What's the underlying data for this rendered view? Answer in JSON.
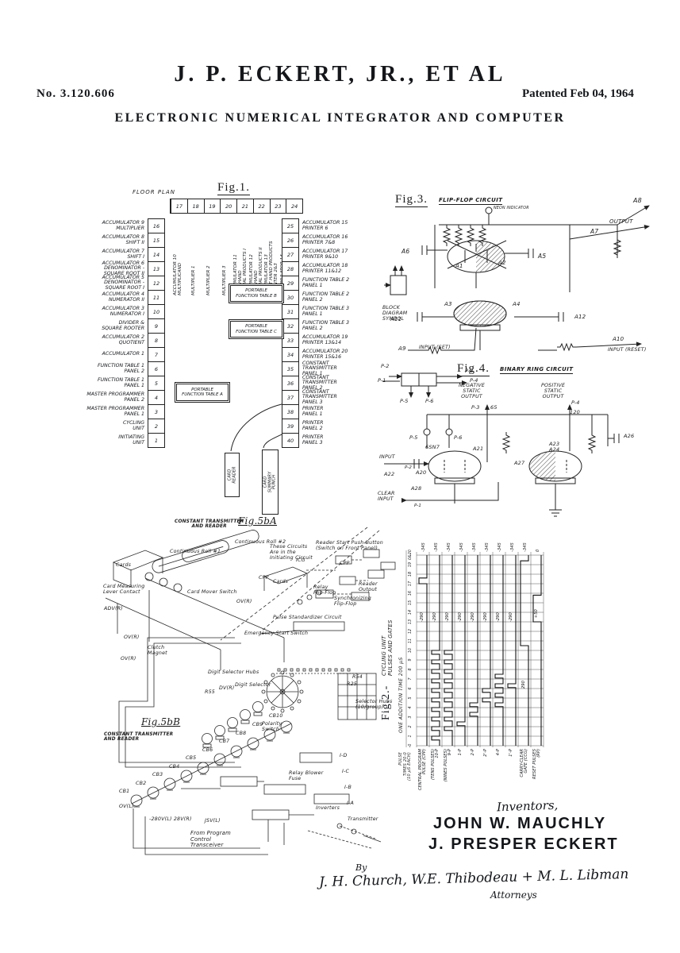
{
  "header": {
    "patent_number": "No. 3.120.606",
    "title": "J. P. ECKERT, JR., ET AL",
    "patented": "Patented Feb 04, 1964",
    "subtitle": "ELECTRONIC NUMERICAL INTEGRATOR AND COMPUTER"
  },
  "fig1": {
    "label": "Fig.1.",
    "caption": "FLOOR PLAN",
    "top_units": [
      {
        "num": "17",
        "label": "ACCUMULATOR 10\nMULTIPLICAND"
      },
      {
        "num": "18",
        "label": "MULTIPLIER 1"
      },
      {
        "num": "19",
        "label": "MULTIPLIER 2"
      },
      {
        "num": "20",
        "label": "MULTIPLIER 3"
      },
      {
        "num": "21",
        "label": "ACCUMULATOR 11\nLEFT HAND\nPARTIAL PRODUCTS I"
      },
      {
        "num": "22",
        "label": "ACCUMULATOR 12\nLEFT HAND\nPARTIAL PRODUCTS II"
      },
      {
        "num": "23",
        "label": "ACCUMULATOR 13\nRIGHT HAND PRODUCTS\nI-PRINTER 2&3"
      },
      {
        "num": "24",
        "label": "ACCUMULATOR 14\nRIGHT HAND PRODUCTS\nII-PRINTER 4&5"
      }
    ],
    "left_units": [
      {
        "num": "16",
        "label": "ACCUMULATOR 9\nMULTIPLIER"
      },
      {
        "num": "15",
        "label": "ACCUMULATOR 8\nSHIFT II"
      },
      {
        "num": "14",
        "label": "ACCUMULATOR 7\nSHIFT I"
      },
      {
        "num": "13",
        "label": "ACCUMULATOR 6\nDENOMINATOR -\nSQUARE ROOT II"
      },
      {
        "num": "12",
        "label": "ACCUMULATOR 5\nDENOMINATOR -\nSQUARE ROOT I"
      },
      {
        "num": "11",
        "label": "ACCUMULATOR 4\nNUMERATOR II"
      },
      {
        "num": "10",
        "label": "ACCUMULATOR 3\nNUMERATOR I"
      },
      {
        "num": "9",
        "label": "DIVIDER &\nSQUARE ROOTER"
      },
      {
        "num": "8",
        "label": "ACCUMULATOR 2\nQUOTIENT"
      },
      {
        "num": "7",
        "label": "ACCUMULATOR 1"
      },
      {
        "num": "6",
        "label": "FUNCTION TABLE 1\nPANEL 2"
      },
      {
        "num": "5",
        "label": "FUNCTION TABLE 1\nPANEL 1"
      },
      {
        "num": "4",
        "label": "MASTER PROGRAMMER\nPANEL 2"
      },
      {
        "num": "3",
        "label": "MASTER PROGRAMMER\nPANEL 1"
      },
      {
        "num": "2",
        "label": "CYCLING\nUNIT"
      },
      {
        "num": "1",
        "label": "INITIATING\nUNIT"
      }
    ],
    "right_units": [
      {
        "num": "25",
        "label": "ACCUMULATOR 15\nPRINTER 6"
      },
      {
        "num": "26",
        "label": "ACCUMULATOR 16\nPRINTER 7&8"
      },
      {
        "num": "27",
        "label": "ACCUMULATOR 17\nPRINTER 9&10"
      },
      {
        "num": "28",
        "label": "ACCUMULATOR 18\nPRINTER 11&12"
      },
      {
        "num": "29",
        "label": "FUNCTION TABLE 2\nPANEL 1"
      },
      {
        "num": "30",
        "label": "FUNCTION TABLE 2\nPANEL 2"
      },
      {
        "num": "31",
        "label": "FUNCTION TABLE 3\nPANEL 1"
      },
      {
        "num": "32",
        "label": "FUNCTION TABLE 3\nPANEL 2"
      },
      {
        "num": "33",
        "label": "ACCUMULATOR 19\nPRINTER 13&14"
      },
      {
        "num": "34",
        "label": "ACCUMULATOR 20\nPRINTER 15&16"
      },
      {
        "num": "35",
        "label": "CONSTANT\nTRANSMITTER\nPANEL 1"
      },
      {
        "num": "36",
        "label": "CONSTANT\nTRANSMITTER\nPANEL 2"
      },
      {
        "num": "37",
        "label": "CONSTANT\nTRANSMITTER\nPANEL 3"
      },
      {
        "num": "38",
        "label": "PRINTER\nPANEL 1"
      },
      {
        "num": "39",
        "label": "PRINTER\nPANEL 2"
      },
      {
        "num": "40",
        "label": "PRINTER\nPANEL 3"
      }
    ],
    "tables": {
      "b": "PORTABLE\nFUNCTION TABLE B",
      "c": "PORTABLE\nFUNCTION TABLE C",
      "a": "PORTABLE\nFUNCTION TABLE A"
    },
    "card_reader": "CARD\nREADER",
    "card_punch": "CARD\nSUMMARY\nPUNCH"
  },
  "fig3": {
    "label": "Fig.3.",
    "title": "FLIP-FLOP CIRCUIT",
    "ann": {
      "neon": "NEON INDICATOR",
      "a8": "A8",
      "a7": "A7",
      "output": "OUTPUT",
      "a6": "A6",
      "a5": "A5",
      "a1": "A1",
      "a2": "A2",
      "a3": "A3",
      "a4": "A4",
      "a11": "A11",
      "a12": "A12",
      "a9": "A9",
      "a10": "A10",
      "input_set": "INPUT (SET)",
      "input_reset": "INPUT (RESET)",
      "block": "BLOCK\nDIAGRAM\nSYMBOL"
    }
  },
  "fig4": {
    "label": "Fig.4.",
    "title": "BINARY RING CIRCUIT",
    "ann": {
      "p1": "P-1",
      "p2": "P-2",
      "p3": "P-3",
      "p4": "P-4",
      "p5": "P-5",
      "p6": "P-6",
      "neg": "NEGATIVE\nSTATIC\nOUTPUT",
      "neg_pin": "P-3",
      "neg_val": "65",
      "pos": "POSITIVE\nSTATIC\nOUTPUT",
      "pos_pin": "P-4",
      "pos_val": "120",
      "tube": "6SN7",
      "a20": "A20",
      "a21": "A21",
      "a22": "A22",
      "a23_24": "A23\nA24",
      "a26": "A26",
      "a27": "A27",
      "a28": "A28",
      "input": "INPUT",
      "input_pin": "P-2",
      "clear": "CLEAR\nINPUT",
      "clear_pin": "P-1"
    }
  },
  "fig2": {
    "label": "Fig.2.-",
    "title": "CYCLING UNIT\nPULSES AND GATES",
    "axis_label": "ONE ADDITION TIME 200 μS",
    "pulse_times": "PULSE\nTIMES  20-0\n(10 μS EACH)",
    "ticks": [
      "-0",
      "1",
      "2",
      "3",
      "4",
      "5",
      "6",
      "7",
      "8",
      "9",
      "10",
      "11",
      "12",
      "13",
      "14",
      "15",
      "16",
      "17",
      "18",
      "19",
      "0&20"
    ],
    "signals": [
      {
        "name": "CENTRAL PROGRAM\nPULSE (CPP)",
        "end": "-345",
        "mid": "-290",
        "mid_t": 13,
        "pulses": [
          [
            17,
            17.6
          ]
        ]
      },
      {
        "name": "(TENS PULSES)\n10-P",
        "end": "-345",
        "mid": "-290",
        "mid_t": 13,
        "pulses": [
          [
            0.6,
            1
          ],
          [
            1.6,
            2
          ],
          [
            2.6,
            3
          ],
          [
            3.6,
            4
          ],
          [
            4.6,
            5
          ],
          [
            5.6,
            6
          ],
          [
            6.6,
            7
          ],
          [
            7.6,
            8
          ],
          [
            8.6,
            9
          ],
          [
            9.6,
            10
          ]
        ]
      },
      {
        "name": "(NINES PULSES)\n9-P",
        "end": "-345",
        "mid": "-290",
        "mid_t": 13,
        "pulses": [
          [
            1.6,
            2
          ],
          [
            2.6,
            3
          ],
          [
            3.6,
            4
          ],
          [
            4.6,
            5
          ],
          [
            5.6,
            6
          ],
          [
            6.6,
            7
          ],
          [
            7.6,
            8
          ],
          [
            8.6,
            9
          ],
          [
            9.6,
            10
          ]
        ]
      },
      {
        "name": "1-P",
        "end": "-345",
        "mid": "-290",
        "mid_t": 13,
        "pulses": [
          [
            2.1,
            2.5
          ]
        ]
      },
      {
        "name": "2-P",
        "end": "-345",
        "mid": "-290",
        "mid_t": 13,
        "pulses": [
          [
            3.1,
            3.5
          ],
          [
            4.1,
            4.5
          ]
        ]
      },
      {
        "name": "2'-P",
        "end": "-345",
        "mid": "-290",
        "mid_t": 13,
        "pulses": [
          [
            4.6,
            5
          ],
          [
            5.6,
            6
          ]
        ]
      },
      {
        "name": "4-P",
        "end": "-345",
        "mid": "-290",
        "mid_t": 13,
        "pulses": [
          [
            4.1,
            4.5
          ],
          [
            5.1,
            5.5
          ],
          [
            6.1,
            6.5
          ],
          [
            7.1,
            7.5
          ]
        ]
      },
      {
        "name": "1'-P",
        "end": "-345",
        "mid": "-290",
        "mid_t": 13,
        "pulses": [
          [
            6.1,
            6.5
          ]
        ]
      },
      {
        "name": "CARRY-CLEAR\nGATE (CCG)",
        "end": "-345",
        "mid": "290",
        "mid_t": 6,
        "pulses": [
          [
            10.5,
            19.4
          ]
        ]
      },
      {
        "name": "RESET PULSES\n(RP)",
        "end": "0",
        "mid": "+50",
        "mid_t": 13.4,
        "pulses": [
          [
            13,
            15.8
          ]
        ]
      }
    ]
  },
  "fig5a": {
    "fig_label": "Fig.5bA",
    "title": "CONSTANT TRANSMITTER\nAND READER",
    "labels": {
      "cr2": "Continuous Roll #2",
      "cr1": "Continuous Roll #1",
      "cards1": "Cards",
      "cards2": "Cards",
      "cml": "Card Measuring\nLever Contact",
      "adv": "ADV(R)",
      "cms": "Card Mover Switch",
      "tc": "These Circuits\nAre in the\nInitiating Circuit",
      "rs": "Reader Start Push Button\n(Switch on Front Panel)",
      "cpp1": "CPP",
      "cpp2": "CPP",
      "icg": "ICG",
      "rff": "Relay\nFlip-Flop",
      "ro": "Reader\nOutput",
      "sff": "Synchronizing\nFlip-Flop",
      "ovr1": "OV(R)",
      "psc": "Pulse Standardizer Circuit",
      "ess": "Emergency Start Switch",
      "ovr2": "OV(R)",
      "cm": "Clutch\nMagnet",
      "ovr3": "OV(R)",
      "dsh": "Digit Selector Hubs",
      "ds": "Digit Selector",
      "dvr": "DV(R)",
      "r55": "R55",
      "r54": "R54",
      "r25": "R25",
      "shg": "Selector Hubs\n(10/group)"
    }
  },
  "fig5b": {
    "fig_label": "Fig.5bB",
    "title": "CONSTANT TRANSMITTER\nAND READER",
    "cb": [
      "CB1",
      "CB2",
      "CB3",
      "CB4",
      "CB5",
      "CB6",
      "CB7",
      "CB8",
      "CB9",
      "CB10"
    ],
    "labels": {
      "ps": "Polarity\nSwitch",
      "rbf": "Relay Blower\nFuse",
      "id": "I-D",
      "ic": "I-C",
      "ib": "I-B",
      "ia": "I-A",
      "inv": "Inverters",
      "jsv": "JSV(L)",
      "v280": "-280V(L)  28V(R)",
      "ovl": "OV(L)",
      "tx": "Transmitter",
      "fpc": "From Program\nControl\nTransceiver"
    }
  },
  "signatures": {
    "inventors_heading": "Inventors,",
    "inventor1": "JOHN W. MAUCHLY",
    "inventor2": "J. PRESPER ECKERT",
    "by": "By",
    "attorneys_sig": "J. H. Church, W.E. Thibodeau + M. L. Libman",
    "attorneys_label": "Attorneys"
  }
}
